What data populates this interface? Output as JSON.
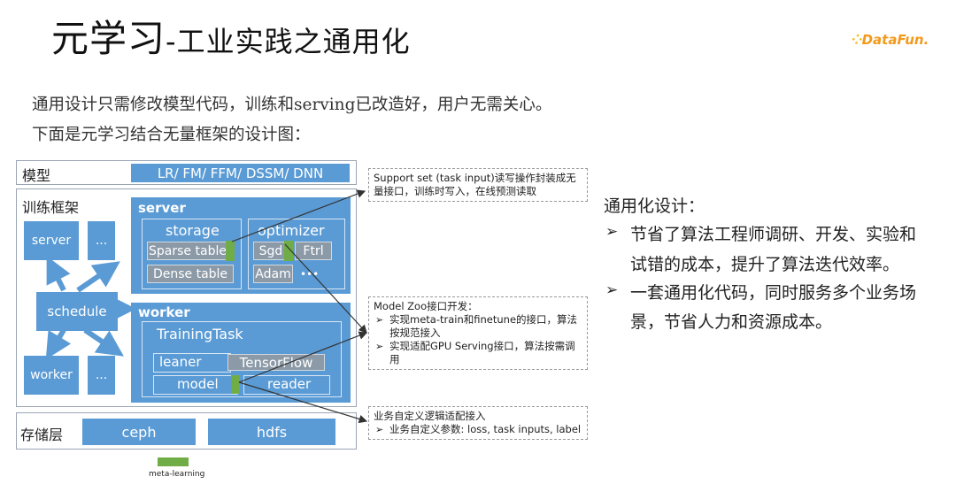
{
  "title": {
    "main": "元学习",
    "sub": "-工业实践之通用化"
  },
  "logo": "DataFun.",
  "intro": {
    "line1": "通用设计只需修改模型代码，训练和serving已改造好，用户无需关心。",
    "line2": "下面是元学习结合无量框架的设计图："
  },
  "diagram": {
    "model_label": "模型",
    "model_content": "LR/ FM/ FFM/ DSSM/ DNN",
    "train_label": "训练框架",
    "server_small": "server",
    "ellipsis": "...",
    "schedule": "schedule",
    "worker_small": "worker",
    "server_header": "server",
    "storage": "storage",
    "sparse_table": "Sparse table",
    "dense_table": "Dense table",
    "optimizer": "optimizer",
    "sgd": "Sgd",
    "ftrl": "Ftrl",
    "adam": "Adam",
    "dots": "•••",
    "worker_header": "worker",
    "training_task": "TrainingTask",
    "leaner": "leaner",
    "tensorflow": "TensorFlow",
    "model": "model",
    "reader": "reader",
    "storage_label": "存储层",
    "ceph": "ceph",
    "hdfs": "hdfs",
    "legend": "meta-learning"
  },
  "notes": {
    "support": "Support set (task input)读写操作封装成无量接口，训练时写入，在线预测读取",
    "zoo_title": "Model Zoo接口开发：",
    "zoo_item1": "实现meta-train和finetune的接口，算法按规范接入",
    "zoo_item2": "实现适配GPU Serving接口，算法按需调用",
    "biz_title": "业务自定义逻辑适配接入",
    "biz_item1": "业务自定义参数: loss, task inputs, label"
  },
  "right": {
    "heading": "通用化设计：",
    "b1_line1": "节省了算法工程师调研、开发、实验和",
    "b1_line2": "试错的成本，提升了算法迭代效率。",
    "b2_line1": "一套通用化代码，同时服务多个业务场",
    "b2_line2": "景，节省人力和资源成本。"
  },
  "colors": {
    "block": "#5b9bd5",
    "gray_cell": "#8c9aa8",
    "meta": "#70ad47",
    "logo": "#f29a1c"
  }
}
